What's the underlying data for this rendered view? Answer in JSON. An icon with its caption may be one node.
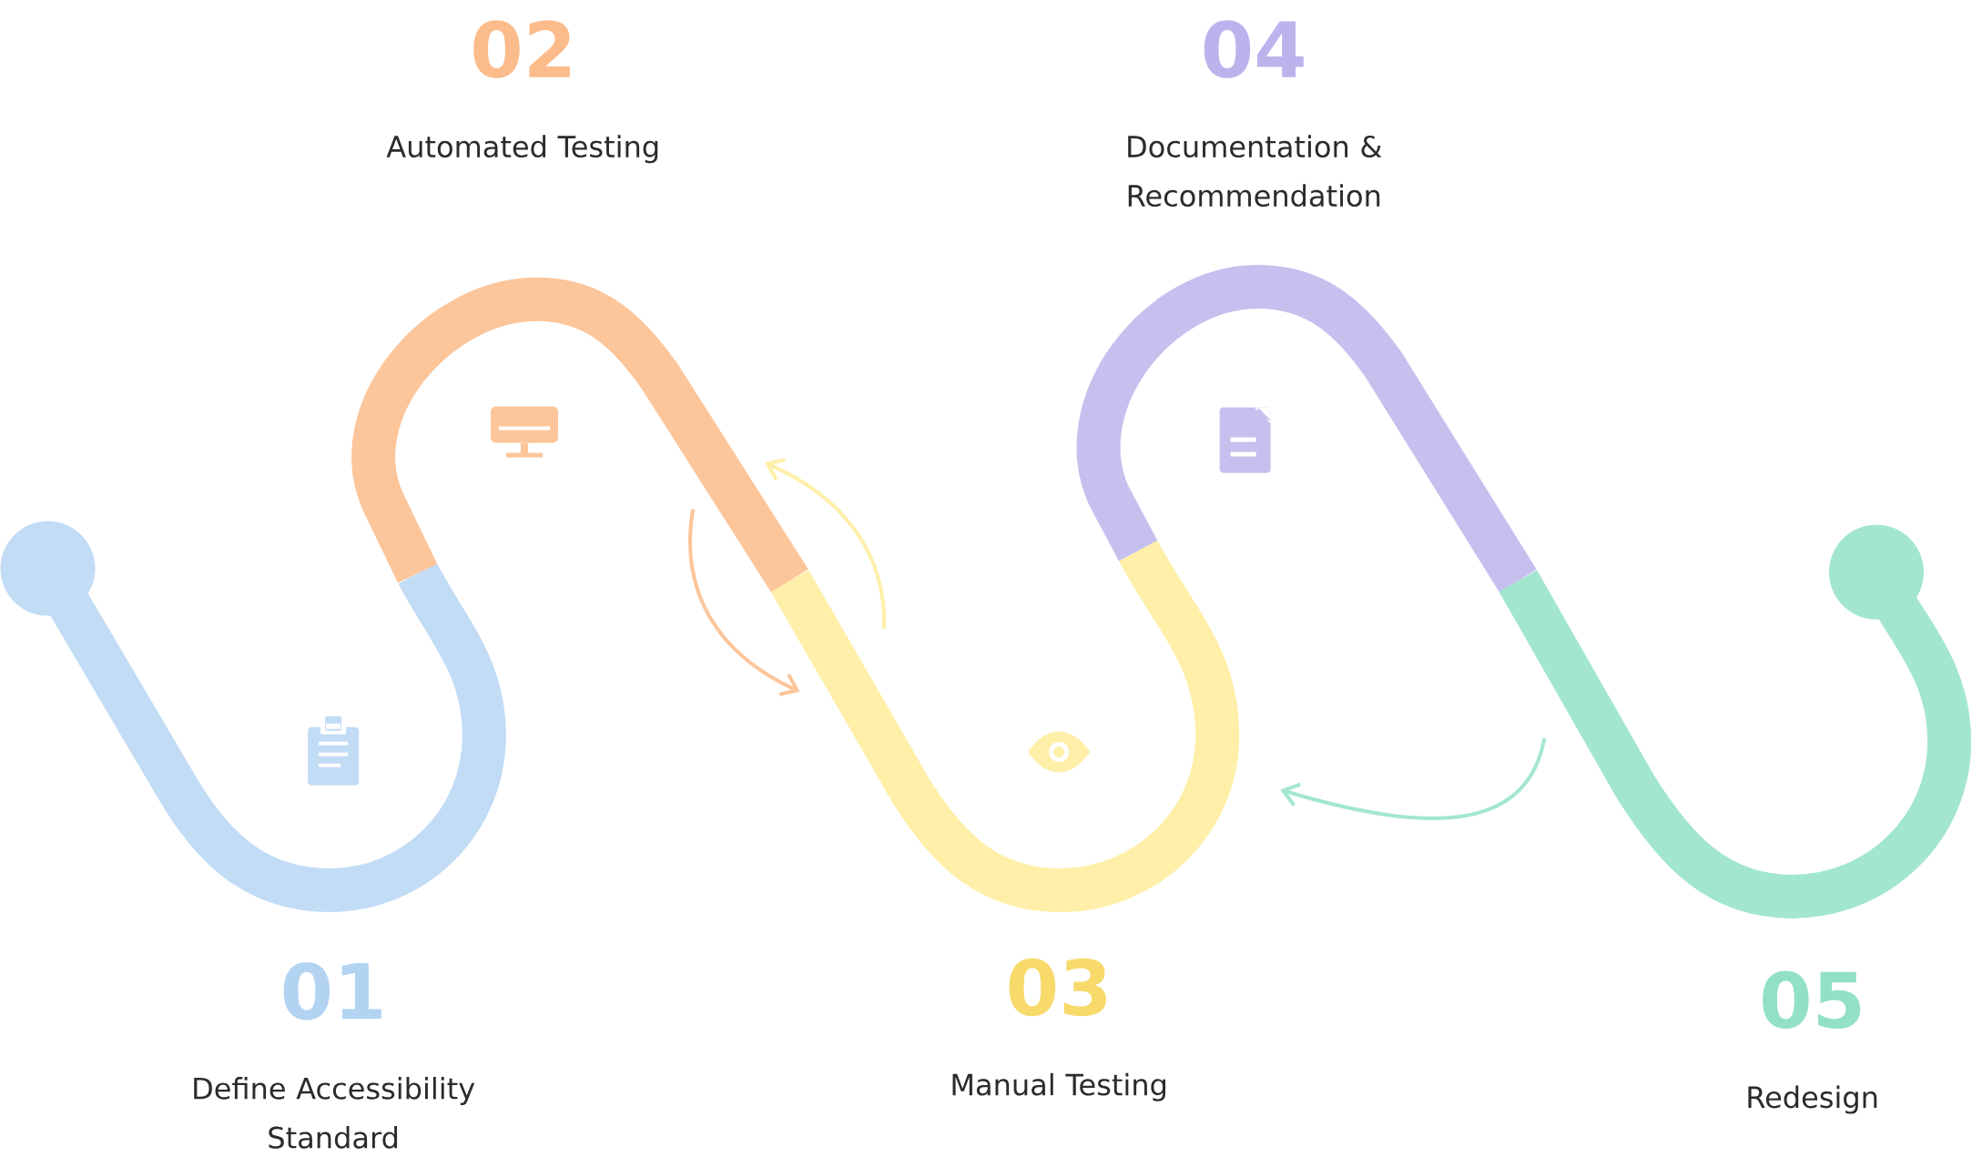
{
  "diagram": {
    "nodes": [
      {
        "text": [
          "01",
          "Define Accessibility Standard"
        ]
      },
      {
        "text": [
          "02",
          "Automated Testing"
        ]
      },
      {
        "text": [
          "03",
          "Manual Testing"
        ]
      },
      {
        "text": [
          "04",
          "Documentation & Recommendation"
        ]
      },
      {
        "text": [
          "05",
          "Redesign"
        ]
      }
    ]
  }
}
